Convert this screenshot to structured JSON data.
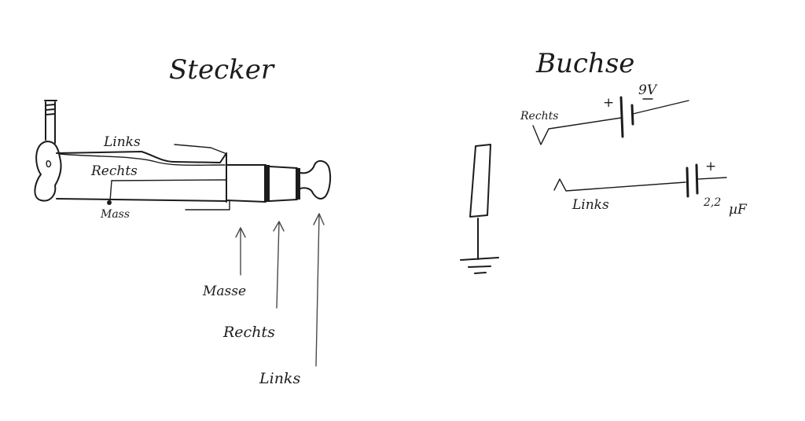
{
  "plug": {
    "title": "Stecker",
    "wire_left": "Links",
    "wire_right": "Rechts",
    "wire_ground": "Mass",
    "pointer_sleeve": "Masse",
    "pointer_ring": "Rechts",
    "pointer_tip": "Links"
  },
  "socket": {
    "title": "Buchse",
    "right_label": "Rechts",
    "battery_plus": "+",
    "battery_voltage": "9V",
    "left_label": "Links",
    "cap_plus": "+",
    "cap_value": "2,2",
    "cap_unit": "µF"
  }
}
